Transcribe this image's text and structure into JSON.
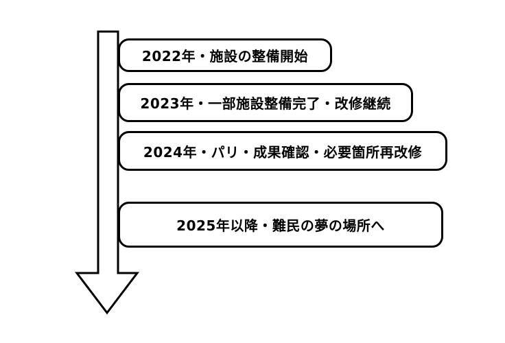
{
  "diagram": {
    "type": "timeline",
    "direction": "down",
    "colors": {
      "border": "#000000",
      "fill": "#ffffff",
      "text": "#000000"
    },
    "arrow": {
      "name": "down-arrow",
      "style": "outlined"
    },
    "items": [
      {
        "label": "2022年・施設の整備開始"
      },
      {
        "label": "2023年・一部施設整備完了・改修継続"
      },
      {
        "label": "2024年・パリ・成果確認・必要箇所再改修"
      },
      {
        "label": "2025年以降・難民の夢の場所へ"
      }
    ]
  }
}
